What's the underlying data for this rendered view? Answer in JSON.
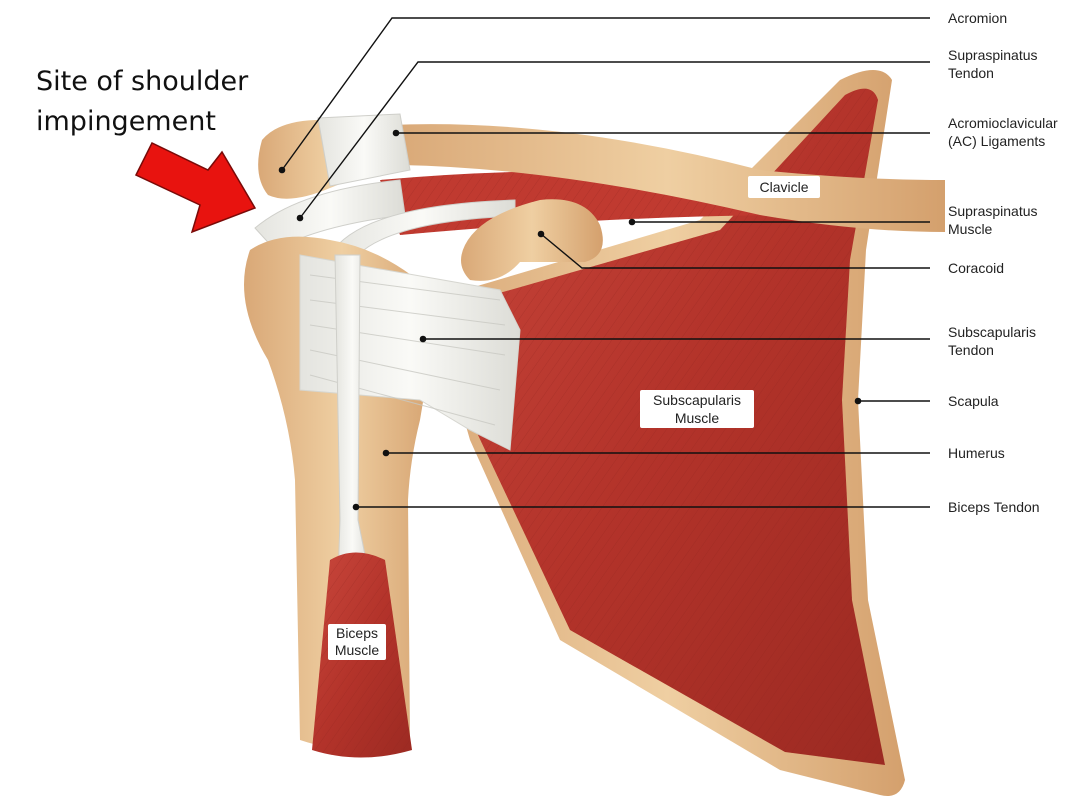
{
  "caption": {
    "line1": "Site of shoulder",
    "line2": "impingement"
  },
  "labels": {
    "acromion": "Acromion",
    "supraspinatus_tendon_1": "Supraspinatus",
    "supraspinatus_tendon_2": "Tendon",
    "ac_ligaments_1": "Acromioclavicular",
    "ac_ligaments_2": "(AC) Ligaments",
    "clavicle": "Clavicle",
    "supraspinatus_muscle_1": "Supraspinatus",
    "supraspinatus_muscle_2": "Muscle",
    "coracoid": "Coracoid",
    "subscapularis_tendon_1": "Subscapularis",
    "subscapularis_tendon_2": "Tendon",
    "scapula": "Scapula",
    "subscapularis_muscle_1": "Subscapularis",
    "subscapularis_muscle_2": "Muscle",
    "humerus": "Humerus",
    "biceps_tendon": "Biceps Tendon",
    "biceps_muscle_1": "Biceps",
    "biceps_muscle_2": "Muscle"
  },
  "colors": {
    "bone": "#e6bf8e",
    "muscle": "#b5352c",
    "tendon": "#eeeeea",
    "arrow": "#e8130f"
  }
}
